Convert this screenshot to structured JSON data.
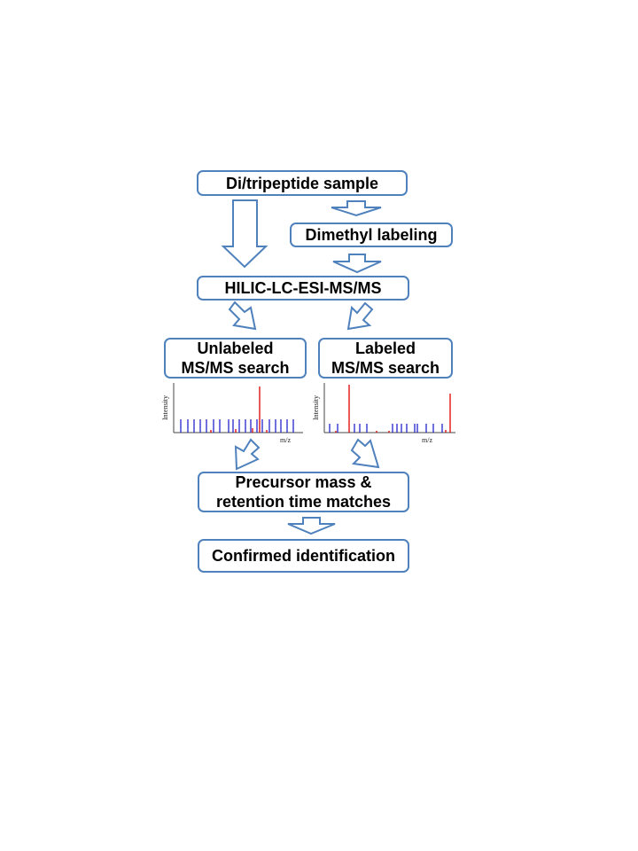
{
  "boxes": {
    "sample": "Di/tripeptide sample",
    "dimethyl": "Dimethyl labeling",
    "hilic": "HILIC-LC-ESI-MS/MS",
    "unlabeled": "Unlabeled\nMS/MS search",
    "labeled": "Labeled\nMS/MS search",
    "precursor": "Precursor mass &\nretention time matches",
    "confirmed": "Confirmed identification"
  },
  "spectra": {
    "unlabeled": {
      "ylabel": "Intensity",
      "xlabel": "m/z"
    },
    "labeled": {
      "ylabel": "Intensity",
      "xlabel": "m/z"
    }
  },
  "colors": {
    "box_border": "#4f81bd",
    "arrow_stroke": "#4f81bd",
    "peak_blue": "#2222cc",
    "peak_red": "#e00000"
  }
}
